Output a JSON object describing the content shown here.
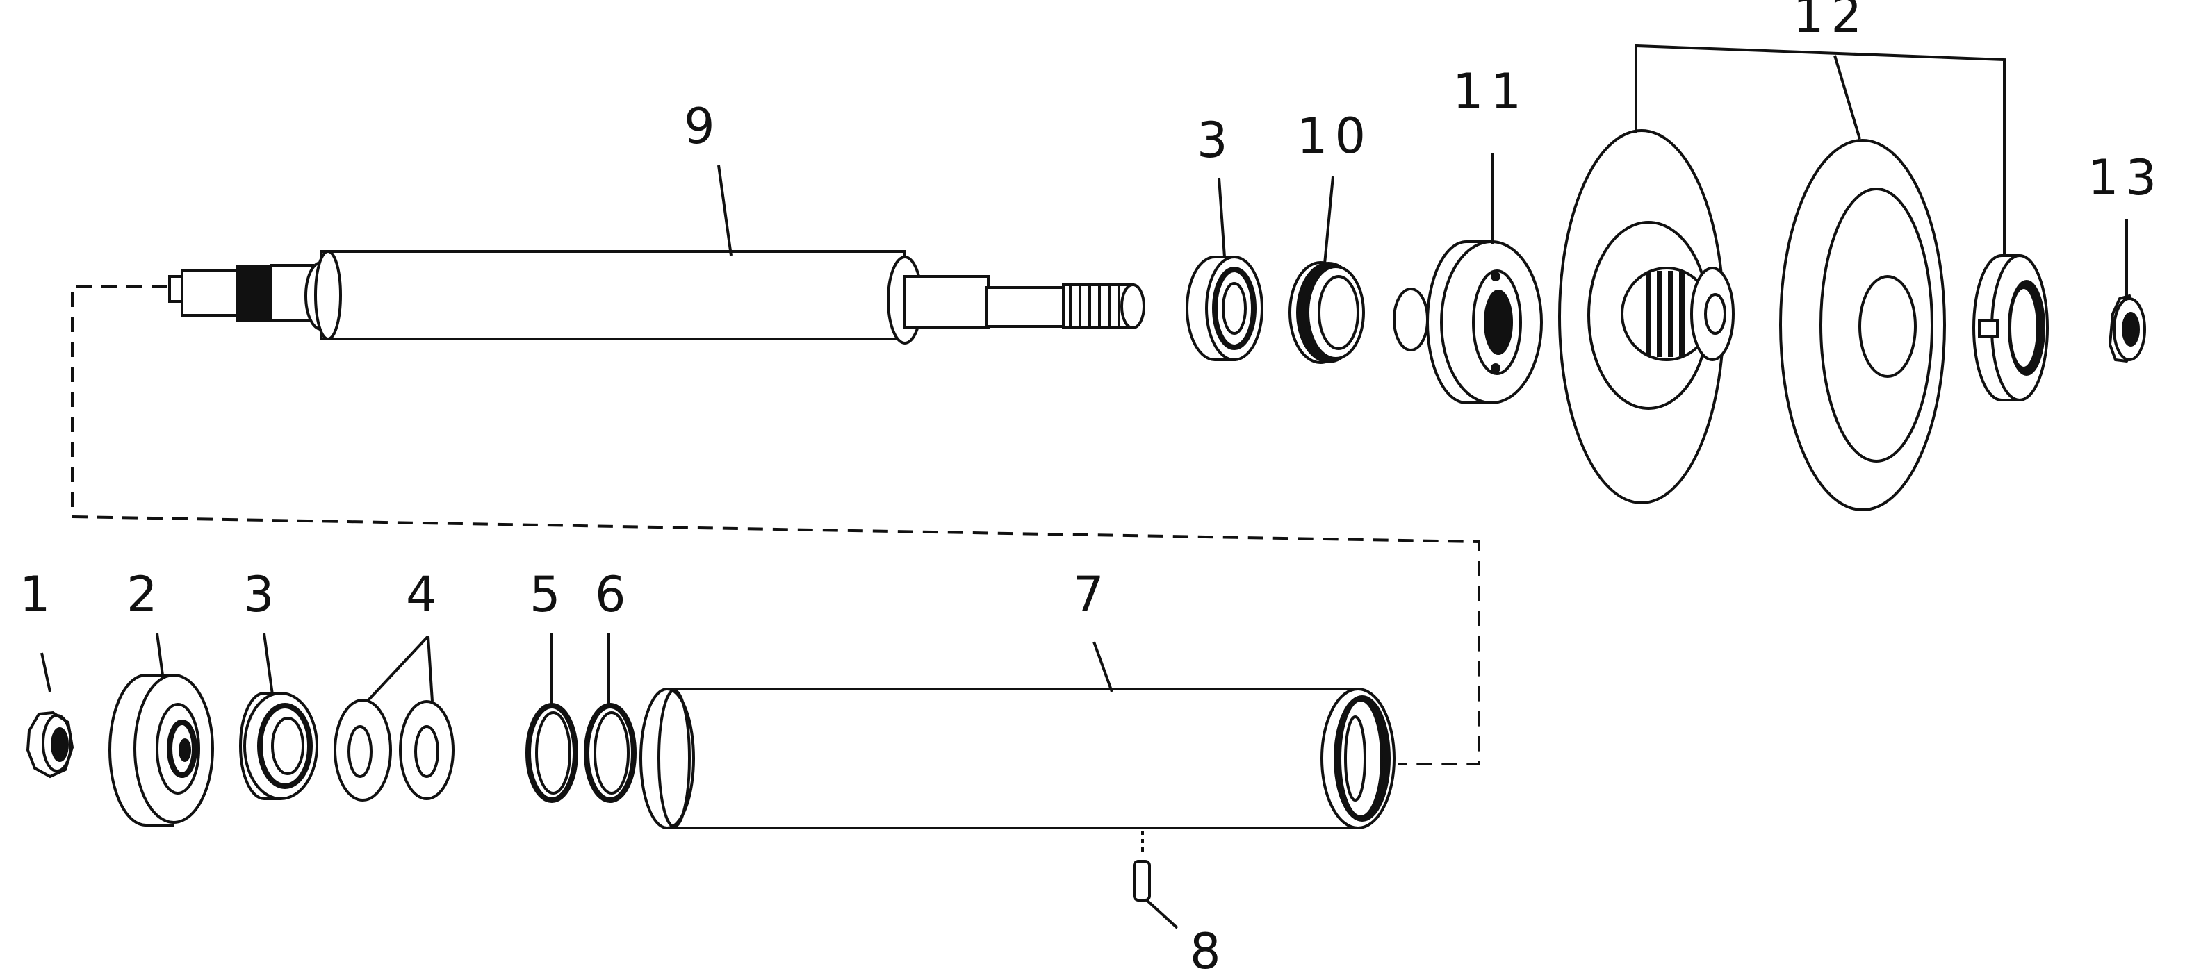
{
  "callouts": {
    "c1": "1",
    "c2": "2",
    "c3a": "3",
    "c4": "4",
    "c5": "5",
    "c6": "6",
    "c7": "7",
    "c8": "8",
    "c9": "9",
    "c3b": "3",
    "c10": "10",
    "c11": "11",
    "c12": "12",
    "c13": "13"
  }
}
